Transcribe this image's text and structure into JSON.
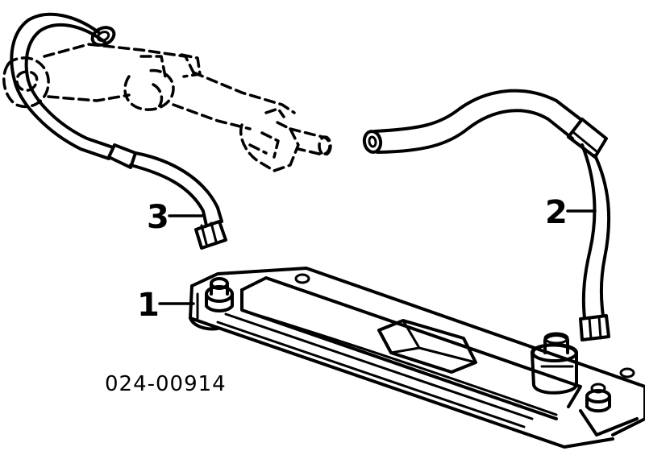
{
  "diagram": {
    "callouts": [
      {
        "id": "1",
        "label": "1"
      },
      {
        "id": "2",
        "label": "2"
      },
      {
        "id": "3",
        "label": "3"
      }
    ],
    "part_code": "024-00914",
    "colors": {
      "ink": "#000000",
      "background": "#ffffff"
    }
  }
}
